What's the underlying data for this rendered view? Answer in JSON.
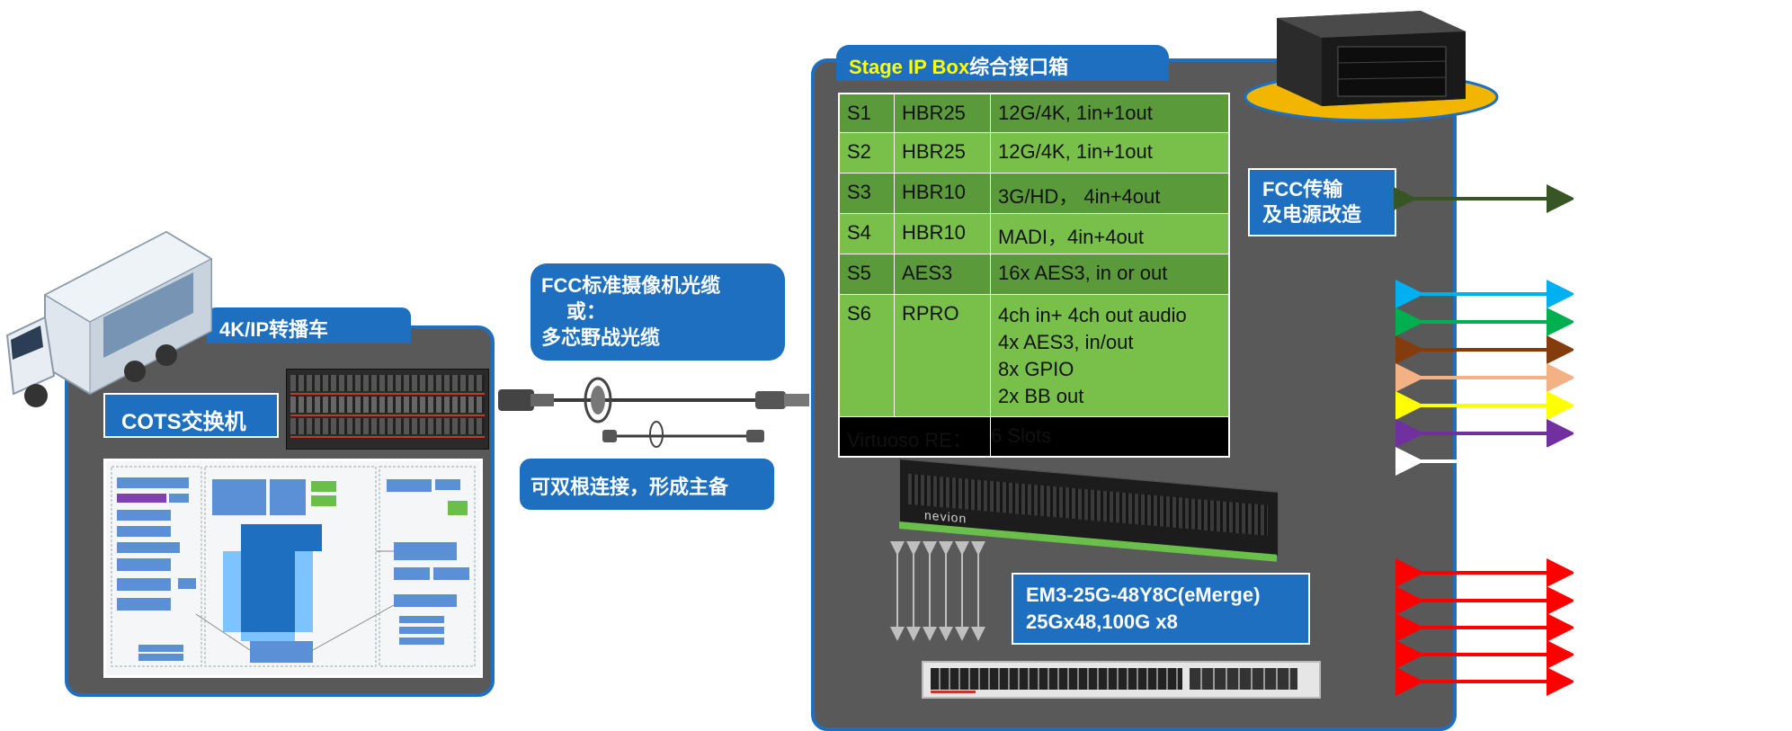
{
  "left_panel": {
    "tab_title": "4K/IP转播车",
    "switch_label": "COTS交换机"
  },
  "cable": {
    "title_line1": "FCC标准摄像机光缆",
    "title_line2": "或：",
    "title_line3": "多芯野战光缆",
    "dual_note": "可双根连接，形成主备"
  },
  "stage_box": {
    "title_latin": "Stage IP Box",
    "title_cjk": "综合接口箱",
    "rows": [
      {
        "slot": "S1",
        "type": "HBR25",
        "lines": [
          "12G/4K, 1in+1out"
        ]
      },
      {
        "slot": "S2",
        "type": "HBR25",
        "lines": [
          "12G/4K, 1in+1out"
        ]
      },
      {
        "slot": "S3",
        "type": "HBR10",
        "lines": [
          "3G/HD， 4in+4out"
        ]
      },
      {
        "slot": "S4",
        "type": "HBR10",
        "lines": [
          "MADI，4in+4out"
        ]
      },
      {
        "slot": "S5",
        "type": "AES3",
        "lines": [
          "16x AES3, in or out"
        ]
      },
      {
        "slot": "S6",
        "type": "RPRO",
        "lines": [
          "4ch in+ 4ch out audio",
          "4x AES3, in/out",
          "8x GPIO",
          "2x BB out"
        ]
      }
    ],
    "footer_label": "Virtuoso RE：",
    "footer_value": "6 Slots",
    "fcc_line1": "FCC传输",
    "fcc_line2": "及电源改造",
    "switch_line1": "EM3-25G-48Y8C(eMerge)",
    "switch_line2": "25Gx48,100G x8",
    "device_brand": "nevion"
  },
  "colors": {
    "accent_blue": "#1f6fc0",
    "panel_gray": "#595959",
    "green_dark": "#5a9a3a",
    "green_light": "#79c04a",
    "arrow_fcc": "#375623",
    "arrows": [
      "#00b0f0",
      "#00b050",
      "#843c0c",
      "#f4b183",
      "#ffff00",
      "#7030a0",
      "#ffffff"
    ],
    "arrow_red": "#ff0000"
  }
}
